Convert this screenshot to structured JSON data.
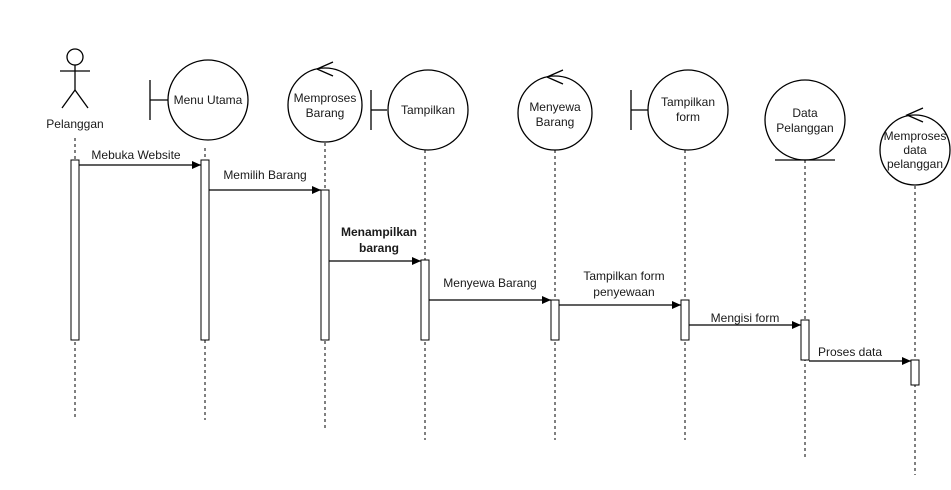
{
  "participants": {
    "actor": "Pelanggan",
    "menu_utama": "Menu Utama",
    "memproses_barang": [
      "Memproses",
      "Barang"
    ],
    "tampilkan": "Tampilkan",
    "menyewa_barang": [
      "Menyewa",
      "Barang"
    ],
    "tampilkan_form": [
      "Tampilkan",
      "form"
    ],
    "data_pelanggan": [
      "Data",
      "Pelanggan"
    ],
    "memproses_data_pelanggan": [
      "Memproses",
      "data",
      "pelanggan"
    ]
  },
  "messages": {
    "m1": "Mebuka Website",
    "m2": "Memilih Barang",
    "m3": [
      "Menampilkan",
      "barang"
    ],
    "m4": "Menyewa Barang",
    "m5": [
      "Tampilkan form",
      "penyewaan"
    ],
    "m6": "Mengisi form",
    "m7": "Proses data"
  }
}
